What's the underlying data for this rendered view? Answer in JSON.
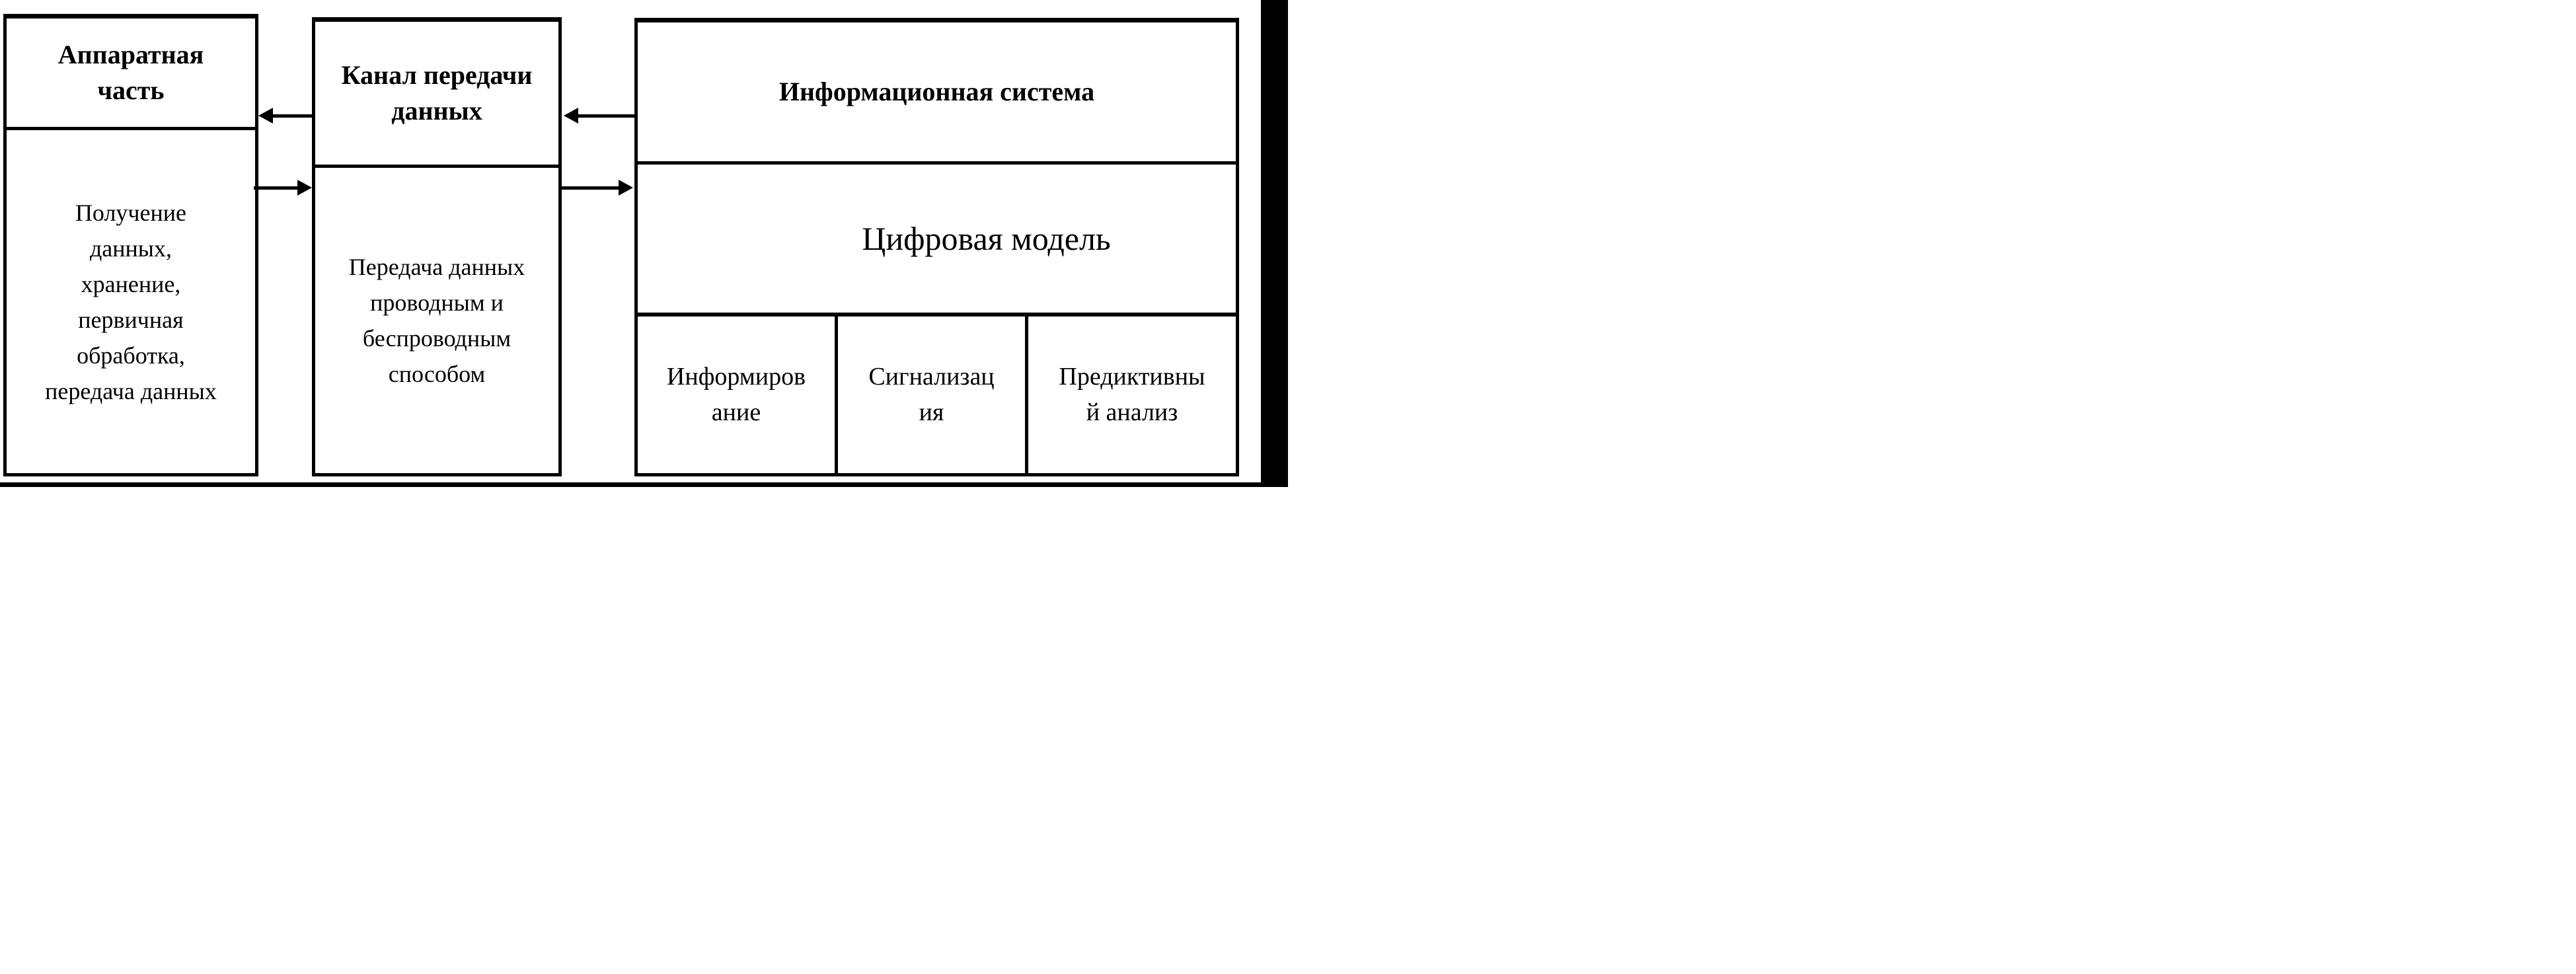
{
  "blocks": {
    "hardware": {
      "title": "Аппаратная\nчасть",
      "body": "Получение\nданных,\nхранение,\nпервичная\nобработка,\nпередача данных"
    },
    "channel": {
      "title": "Канал передачи\nданных",
      "body": "Передача данных\nпроводным и\nбеспроводным\nспособом"
    },
    "infosystem": {
      "title": "Информационная система",
      "model": "Цифровая модель",
      "functions": [
        "Информиров\nание",
        "Сигнализац\nия",
        "Предиктивны\nй анализ"
      ]
    }
  },
  "arrows": [
    {
      "name": "channel-to-hardware",
      "direction": "left"
    },
    {
      "name": "hardware-to-channel",
      "direction": "right"
    },
    {
      "name": "infosystem-to-channel",
      "direction": "left"
    },
    {
      "name": "channel-to-infosystem",
      "direction": "right"
    }
  ],
  "colors": {
    "line": "#000000",
    "background": "#ffffff"
  }
}
